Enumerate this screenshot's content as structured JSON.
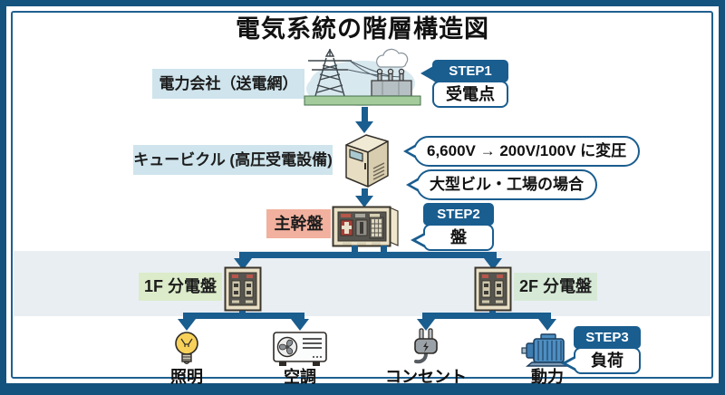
{
  "title": "電気系統の階層構造図",
  "colors": {
    "frame_blue": "#15537f",
    "accent_blue": "#1a5d8f",
    "label_blue_bg": "#cfe4ec",
    "label_salmon_bg": "#f1b19e",
    "label_green_1f_bg": "#dcebc9",
    "label_green_2f_bg": "#d6e9d6",
    "band_bg": "#e9eef3",
    "bulb_yellow": "#f7d15a",
    "motor_blue": "#4d8ec2"
  },
  "nodes": {
    "power_company": {
      "label": "電力会社（送電網）"
    },
    "cubicle": {
      "label": "キュービクル (高圧受電設備)"
    },
    "main_panel": {
      "label": "主幹盤"
    },
    "panel_1f": {
      "label": "1F 分電盤"
    },
    "panel_2f": {
      "label": "2F 分電盤"
    }
  },
  "callouts": [
    {
      "step": "STEP1",
      "label": "受電点"
    },
    {
      "step": "STEP2",
      "label": "盤"
    },
    {
      "step": "STEP3",
      "label": "負荷"
    }
  ],
  "bubbles": [
    {
      "text": "6,600V → 200V/100V に変圧"
    },
    {
      "text": "大型ビル・工場の場合"
    }
  ],
  "loads": [
    {
      "label": "照明",
      "icon": "lightbulb-icon"
    },
    {
      "label": "空調",
      "icon": "air-conditioner-icon"
    },
    {
      "label": "コンセント",
      "icon": "power-plug-icon"
    },
    {
      "label": "動力",
      "icon": "motor-icon"
    }
  ]
}
